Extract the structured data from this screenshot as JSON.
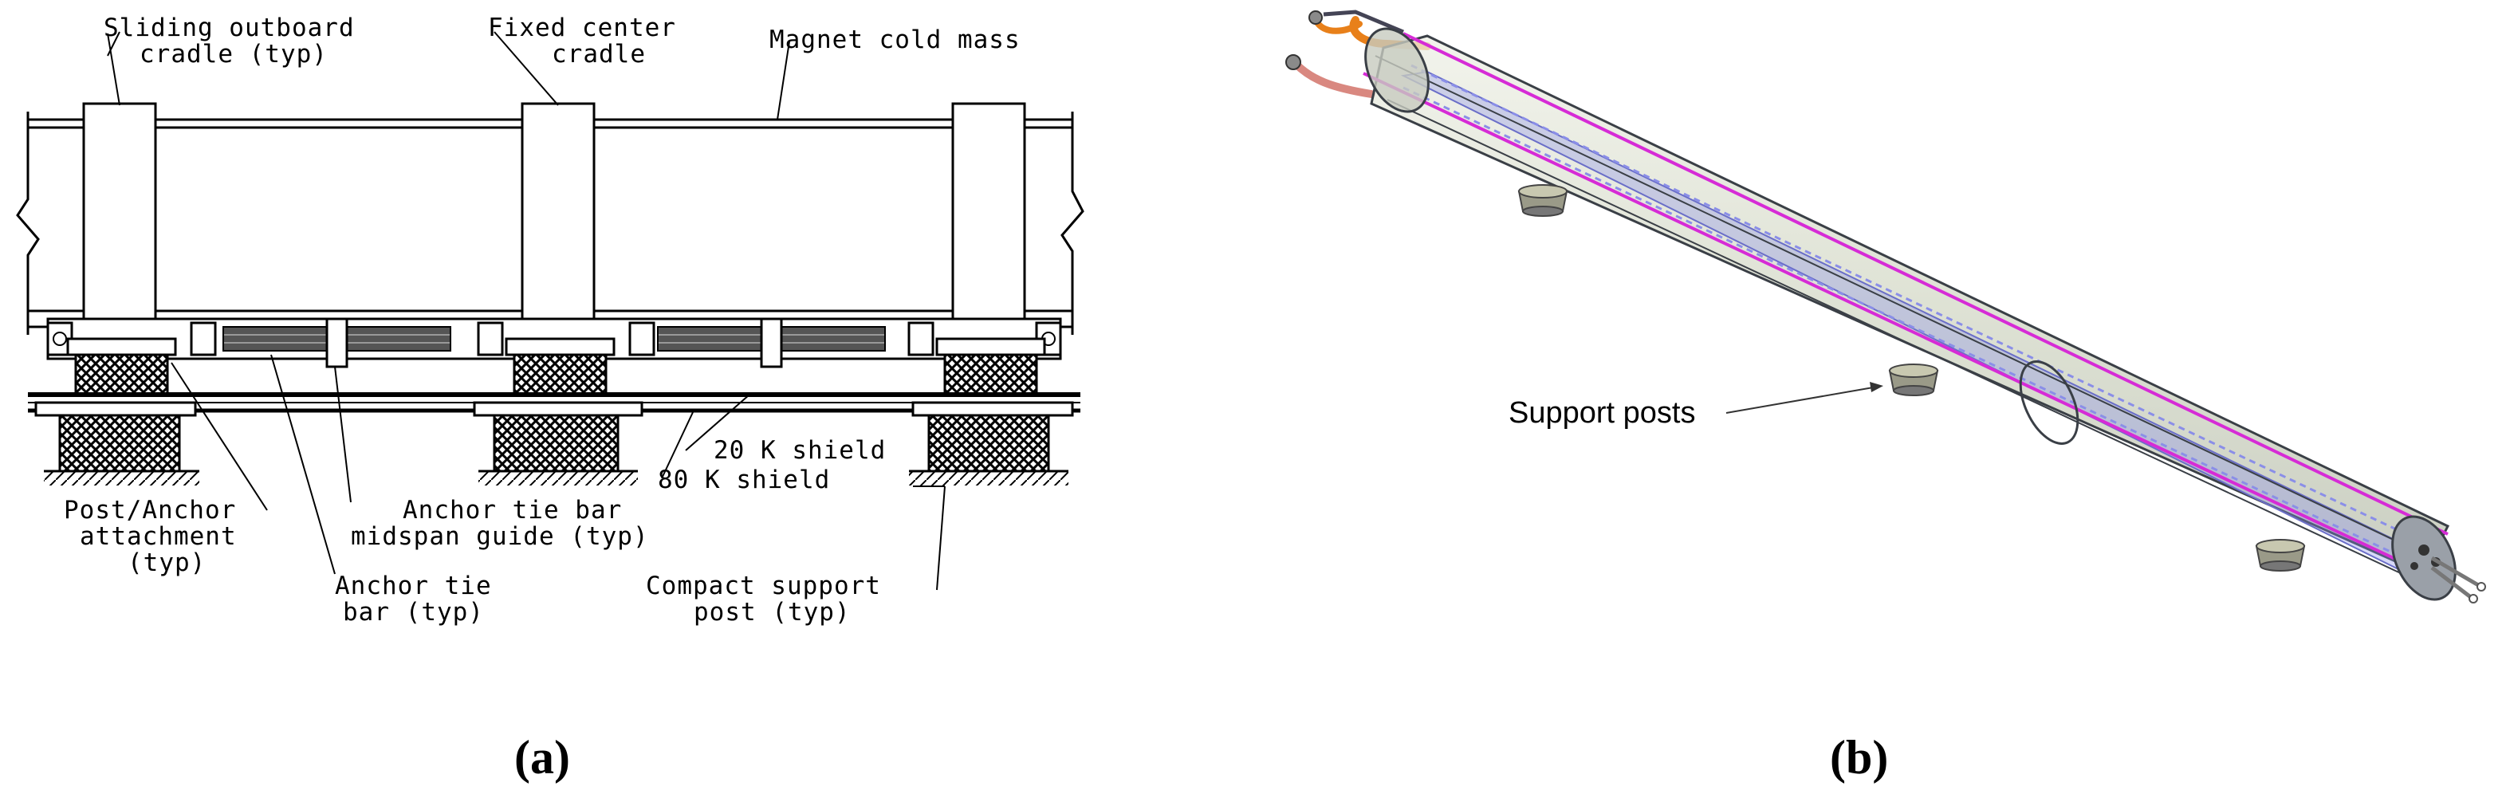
{
  "panel_a": {
    "caption": "(a)",
    "labels": {
      "sliding_cradle_1": "Sliding outboard",
      "sliding_cradle_2": "cradle (typ)",
      "fixed_cradle_1": "Fixed center",
      "fixed_cradle_2": "cradle",
      "cold_mass": "Magnet cold mass",
      "post_anchor_1": "Post/Anchor",
      "post_anchor_2": "attachment",
      "post_anchor_3": "(typ)",
      "midspan_1": "Anchor tie bar",
      "midspan_2": "midspan guide (typ)",
      "shield_20k": "20 K shield",
      "shield_80k": "80 K shield",
      "tie_bar_1": "Anchor tie",
      "tie_bar_2": "bar (typ)",
      "support_post_1": "Compact support",
      "support_post_2": "post (typ)"
    }
  },
  "panel_b": {
    "caption": "(b)",
    "labels": {
      "support_posts": "Support posts"
    },
    "colors": {
      "cryostat_fill": "#d9ddd0",
      "cryostat_stroke": "#3a3f46",
      "magenta_line": "#d62bd6",
      "orange_pipe": "#e8801a",
      "pink_pipe": "#d98880",
      "inner_blue": "#8a8ee8"
    }
  }
}
